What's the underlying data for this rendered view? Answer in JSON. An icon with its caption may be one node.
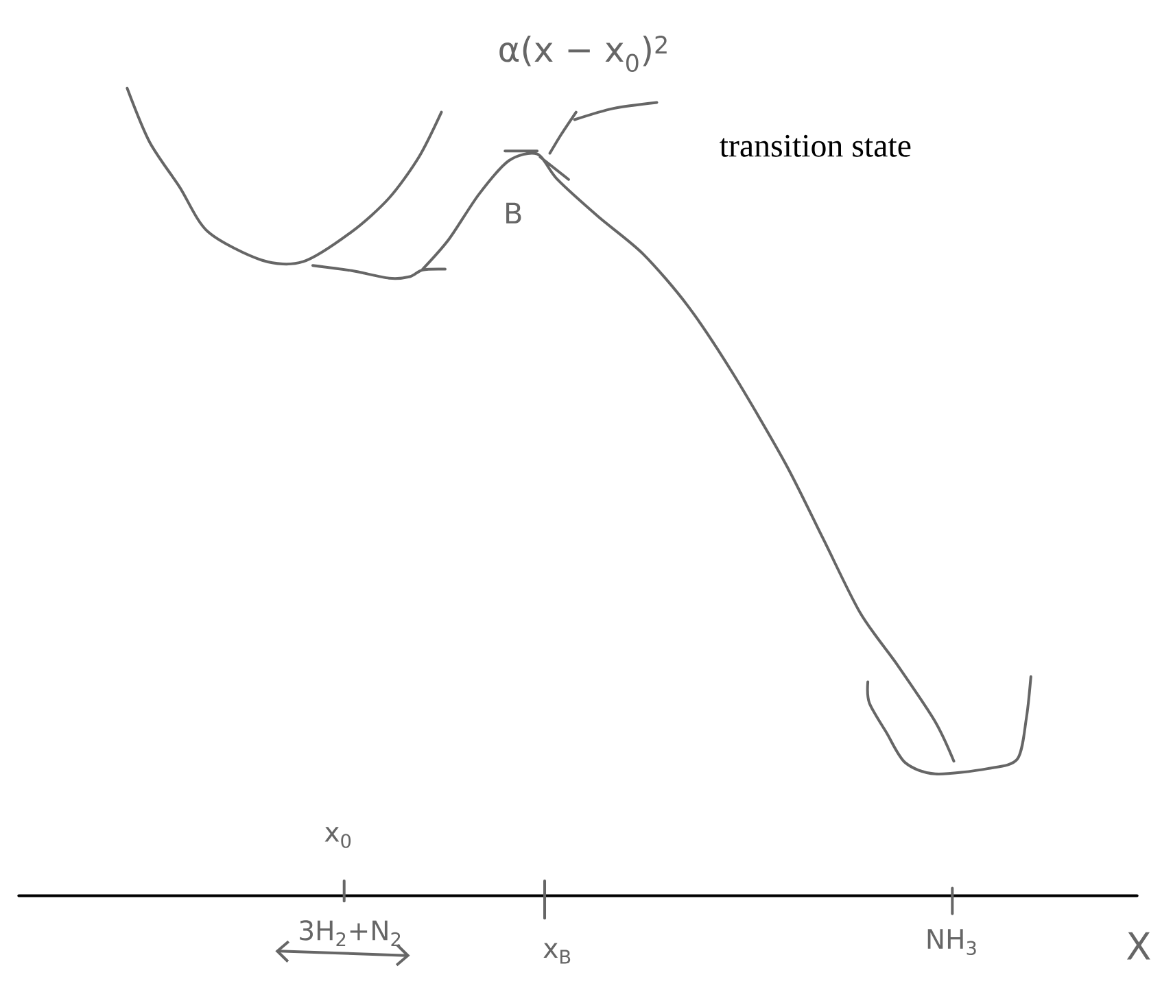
{
  "diagram": {
    "labels": [
      "α(x − x$_{0}$)$^{2}$",
      "transition state",
      "B",
      "x$_{0}$",
      "3H$_{2}$+N$_{2}$",
      "x$_{B}$",
      "NH$_{3}$",
      "X"
    ]
  }
}
